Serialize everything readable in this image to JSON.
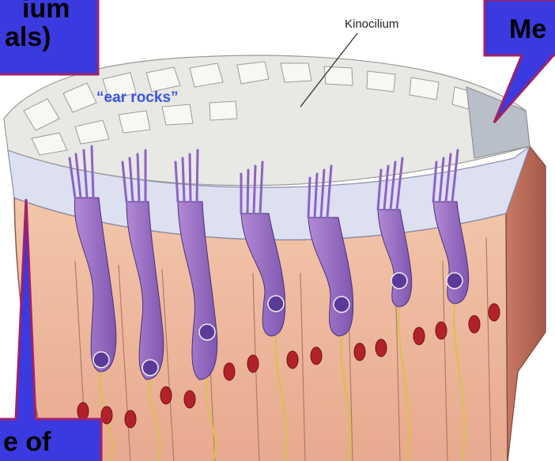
{
  "labels": {
    "kinocilium": "Kinocilium",
    "ear_rocks": "“ear rocks”"
  },
  "callouts": {
    "top_left_line1": "ium",
    "top_left_line2": "als)",
    "top_right": "Me",
    "bottom_left": "e of"
  },
  "colors": {
    "callout_fill": "#3a3ae0",
    "callout_border": "#a0226a",
    "ear_rocks_text": "#3a55e6",
    "hair_cell": "#9a6fc0",
    "nucleus": "#5b3a9a",
    "support_cell": "#e8b59a",
    "membrane": "#c9d3e6",
    "crystals": "#e6e6e2"
  }
}
